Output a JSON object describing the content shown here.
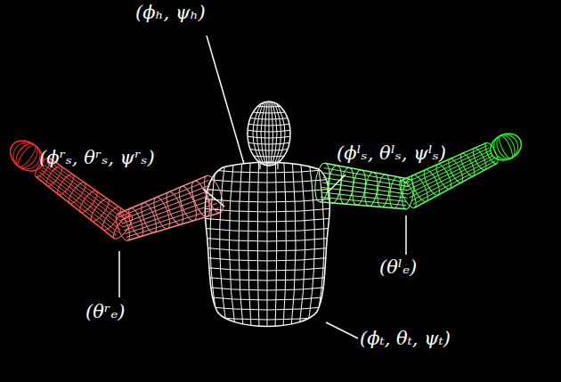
{
  "diagram": {
    "labels": [
      "(ϕₕ, ψₕ)",
      "(ϕʳₛ, θʳₛ, ψʳₛ)",
      "(ϕˡₛ, θˡₛ, ψˡₛ)",
      "(θʳₑ)",
      "(θˡₑ)",
      "(ϕₜ, θₜ, ψₜ)"
    ]
  }
}
